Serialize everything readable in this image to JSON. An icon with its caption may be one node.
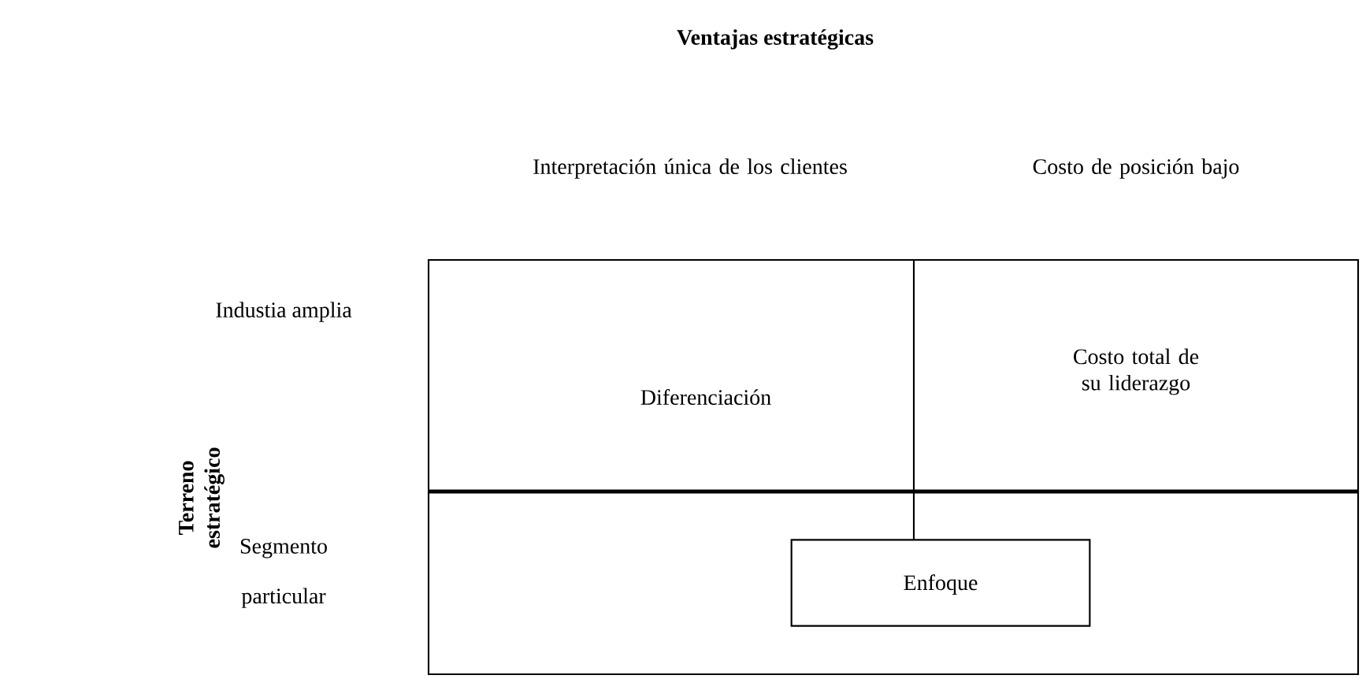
{
  "diagram": {
    "title": "Ventajas estratégicas",
    "nodes": [
      {
        "text": [
          "Diferenciación"
        ]
      },
      {
        "text": [
          "Costo total de su liderazgo"
        ]
      },
      {
        "text": [
          "Enfoque"
        ]
      }
    ],
    "labels": [
      "Interpretación única de los clientes",
      "Costo de posición bajo",
      "Industia amplia",
      "Terreno estratégico",
      "Segmento particular"
    ]
  }
}
